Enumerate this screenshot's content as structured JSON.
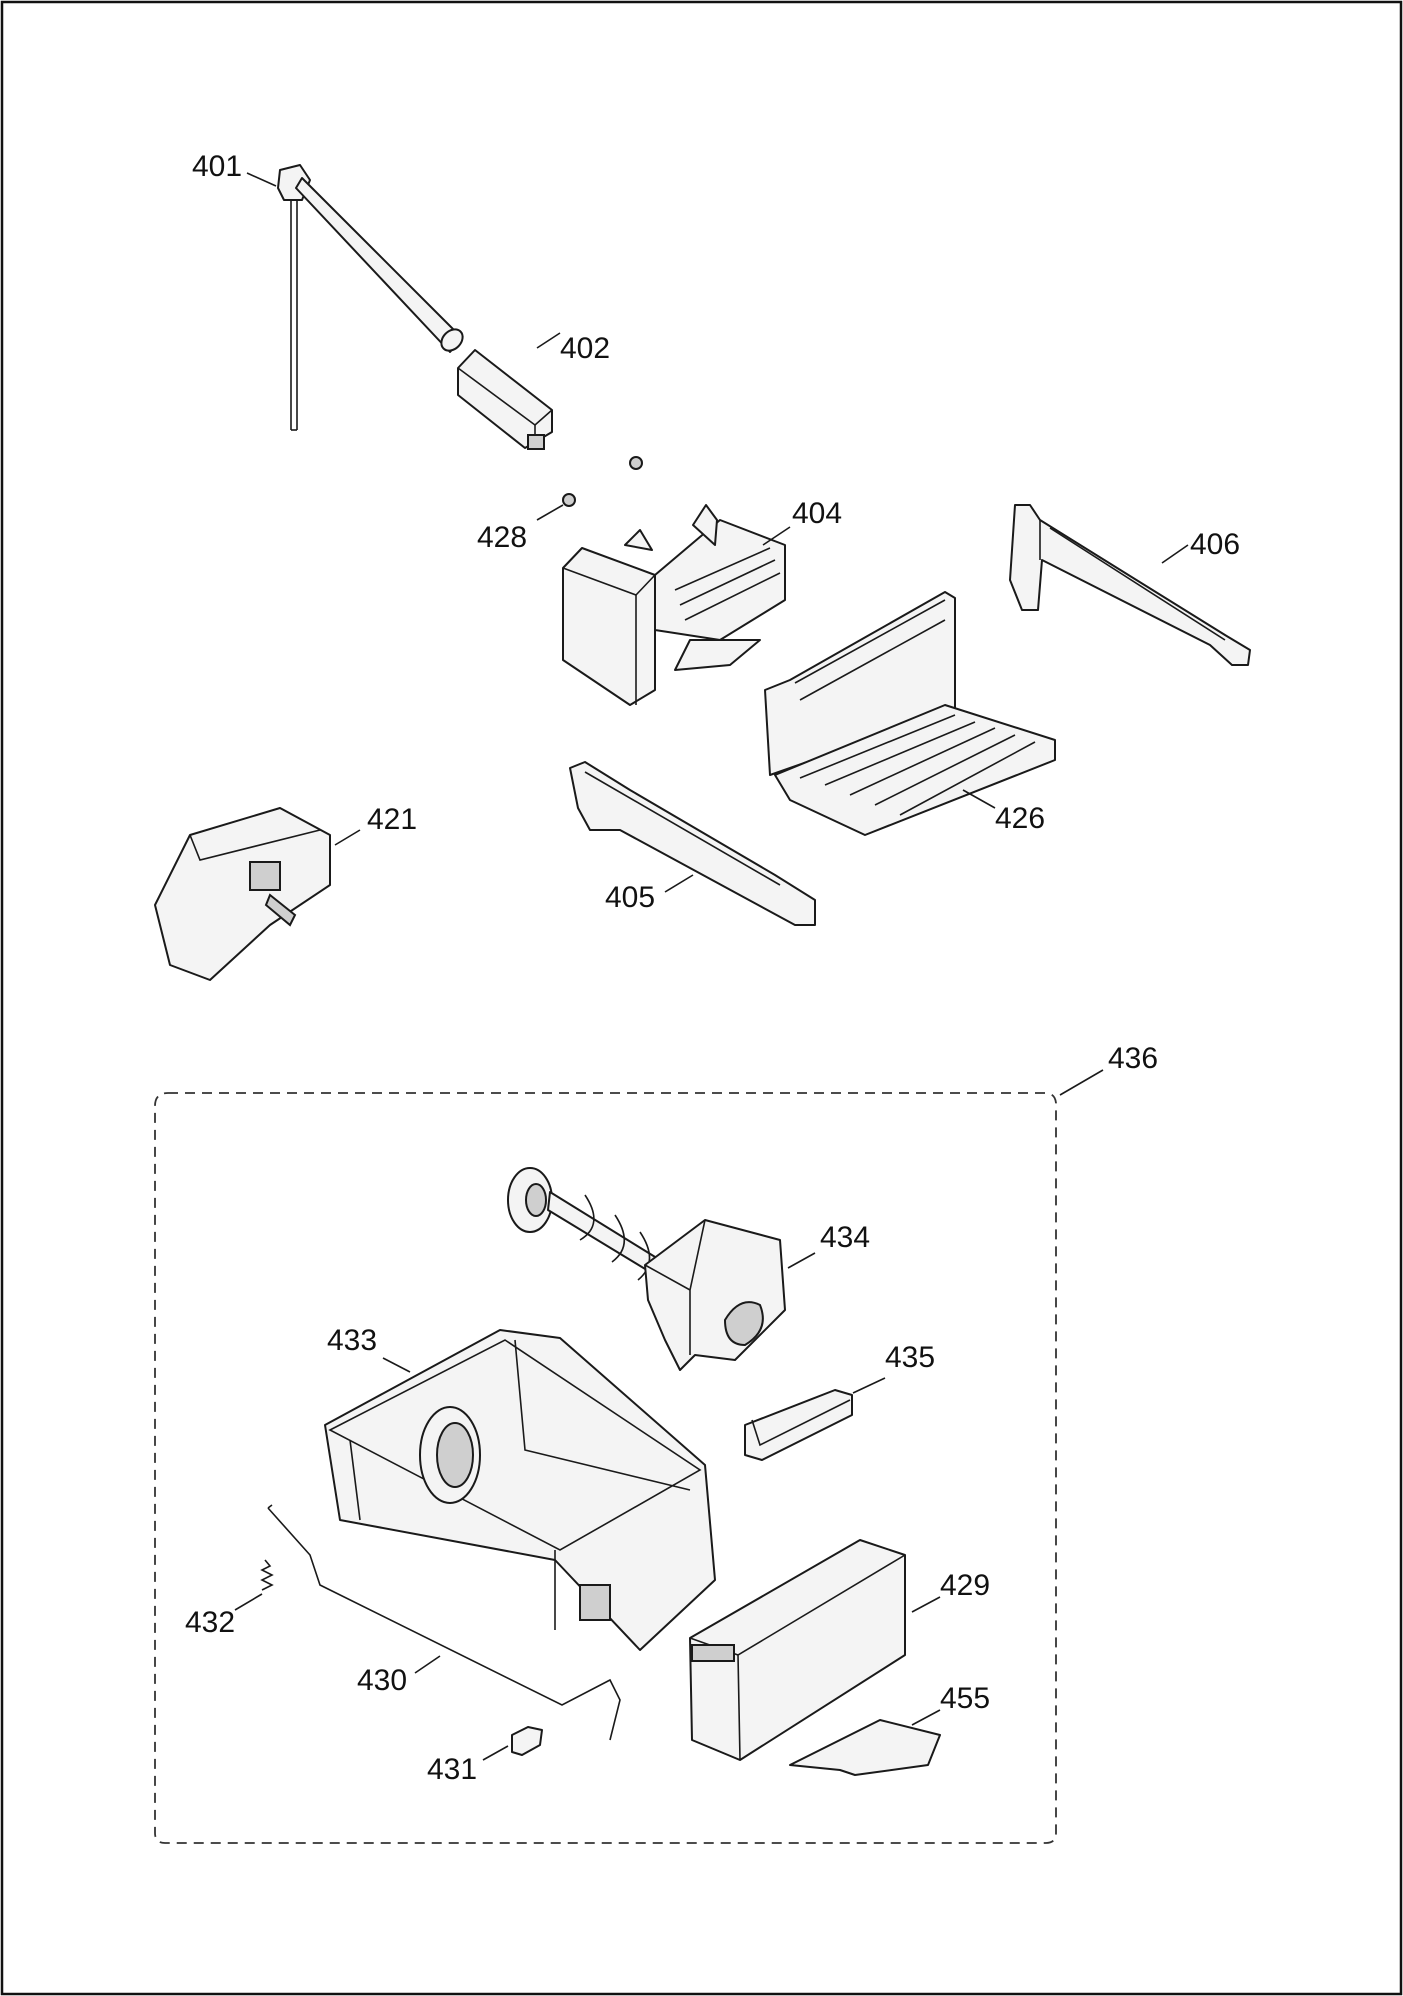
{
  "callouts": {
    "c401": "401",
    "c402": "402",
    "c428": "428",
    "c404": "404",
    "c406": "406",
    "c426": "426",
    "c421": "421",
    "c405": "405",
    "c436": "436",
    "c434": "434",
    "c433": "433",
    "c435": "435",
    "c429": "429",
    "c432": "432",
    "c430": "430",
    "c455": "455",
    "c431": "431"
  }
}
